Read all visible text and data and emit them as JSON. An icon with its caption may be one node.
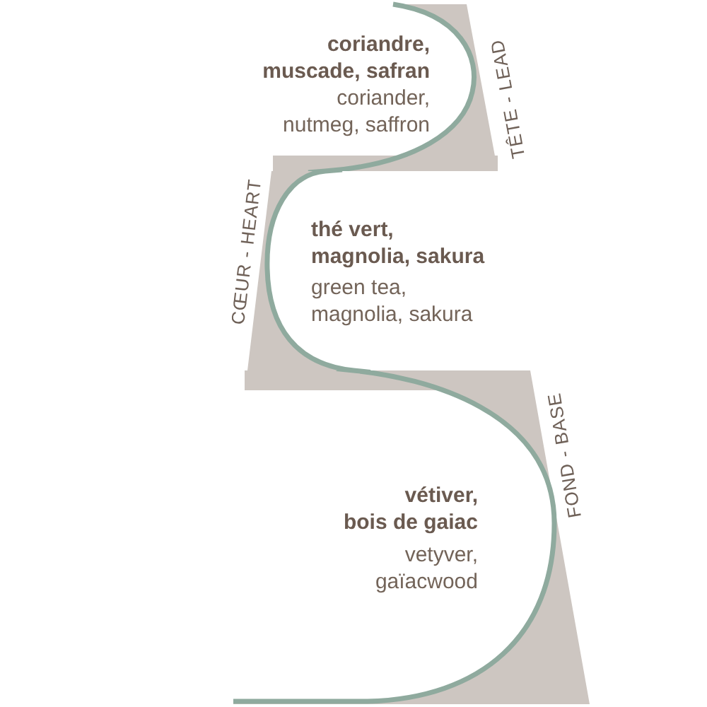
{
  "diagram": {
    "nodes": [
      {
        "text": [
          "TÊTE - LEAD",
          "coriandre, muscade, safran",
          "coriander, nutmeg, saffron"
        ]
      },
      {
        "text": [
          "CŒUR - HEART",
          "thé vert, magnolia, sakura",
          "green tea, magnolia, sakura"
        ]
      },
      {
        "text": [
          "FOND - BASE",
          "vétiver, bois de gaiac",
          "vetyver, gaïacwood"
        ]
      }
    ]
  }
}
